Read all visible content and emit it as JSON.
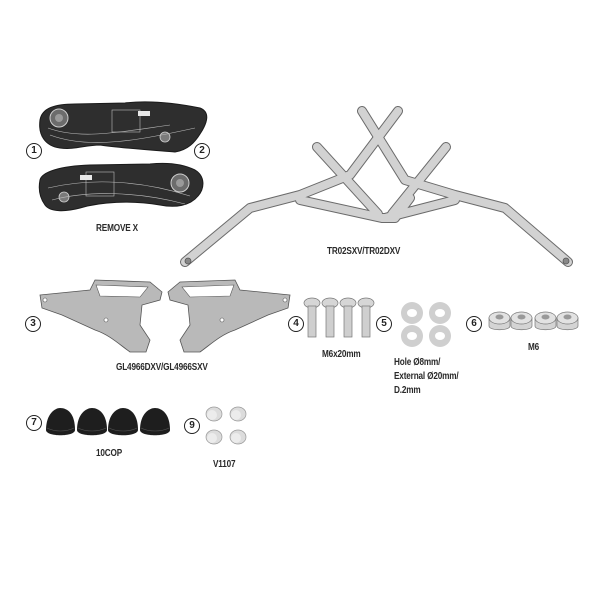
{
  "diagram": {
    "type": "parts-kit-diagram",
    "background": "#ffffff",
    "colors": {
      "dark_part": "#2e2e2e",
      "metal_light": "#d2d2d2",
      "metal_stroke": "#6a6a6a",
      "plate": "#b9b9b9",
      "text": "#2a2a2a"
    },
    "parts": [
      {
        "number": "1",
        "label": ""
      },
      {
        "number": "2",
        "label": "REMOVE X"
      },
      {
        "number": "",
        "label": "TR02SXV/TR02DXV"
      },
      {
        "number": "3",
        "label": "GL4966DXV/GL4966SXV"
      },
      {
        "number": "4",
        "label": "M6x20mm"
      },
      {
        "number": "5",
        "label_lines": [
          "Hole Ø8mm/",
          "External Ø20mm/",
          "D.2mm"
        ]
      },
      {
        "number": "6",
        "label": "M6"
      },
      {
        "number": "7",
        "label": "10COP"
      },
      {
        "number": "9",
        "label": "V1107"
      }
    ]
  },
  "labels": {
    "remove_x": "REMOVE X",
    "tube_frame": "TR02SXV/TR02DXV",
    "plates": "GL4966DXV/GL4966SXV",
    "bolts": "M6x20mm",
    "washers_line1": "Hole Ø8mm/",
    "washers_line2": "External Ø20mm/",
    "washers_line3": "D.2mm",
    "nuts": "M6",
    "caps": "10COP",
    "spacers": "V1107"
  },
  "numbers": {
    "n1": "1",
    "n2": "2",
    "n3": "3",
    "n4": "4",
    "n5": "5",
    "n6": "6",
    "n7": "7",
    "n9": "9"
  }
}
